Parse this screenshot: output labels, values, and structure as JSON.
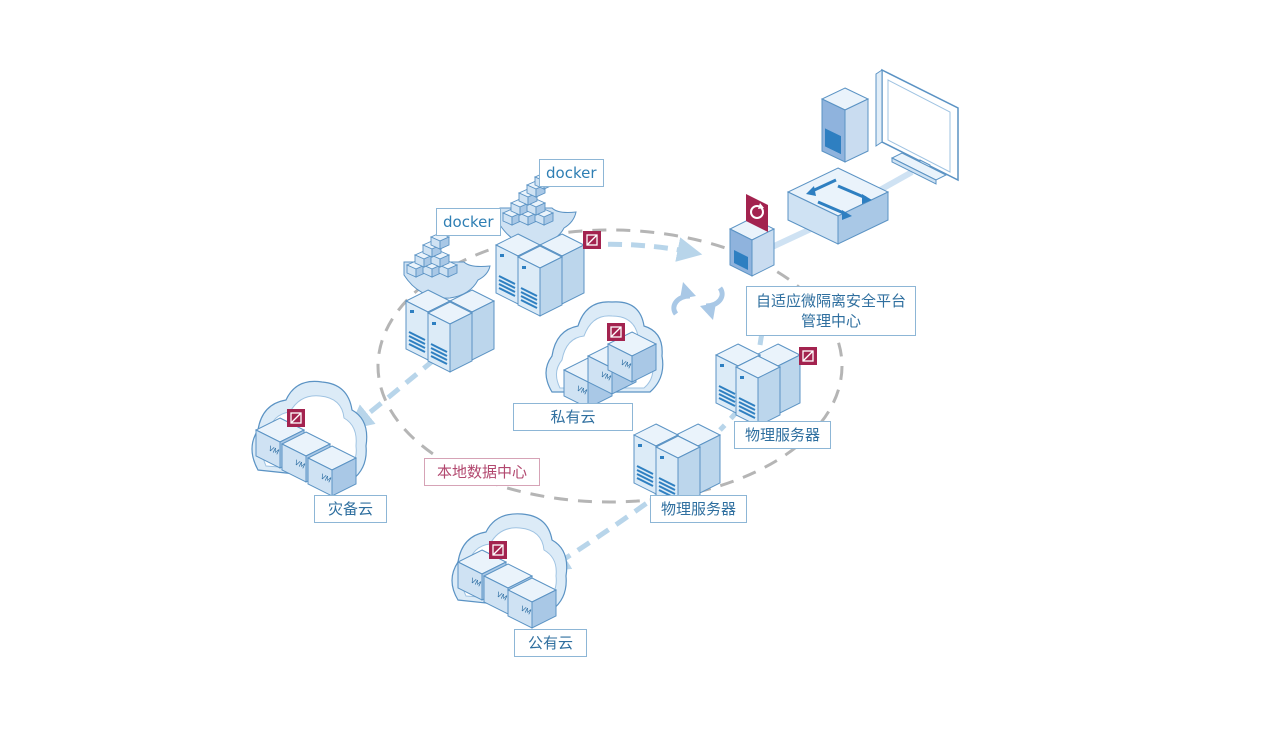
{
  "labels": {
    "docker_1": "docker",
    "docker_2": "docker",
    "platform_line1": "自适应微隔离安全平台",
    "platform_line2": "管理中心",
    "private_cloud": "私有云",
    "physical_server_1": "物理服务器",
    "physical_server_2": "物理服务器",
    "local_datacenter": "本地数据中心",
    "dr_cloud": "灾备云",
    "public_cloud": "公有云",
    "vm": "VM"
  },
  "colors": {
    "outline": "#5b93c4",
    "face_light": "#eaf3fb",
    "face_mid": "#cfe2f3",
    "face_dark": "#a9c8e6",
    "accent_blue": "#2e7fc1",
    "agent_red": "#a3234f",
    "dashed_blue": "#b8d5ea",
    "dashed_gray": "#b5b5b5"
  },
  "icons": [
    "monitor-icon",
    "tower-server-icon",
    "network-switch-icon",
    "management-server-icon",
    "refresh-badge-icon",
    "agent-badge-icon",
    "docker-whale-icon",
    "server-rack-icon",
    "cloud-icon",
    "vm-cube-icon",
    "sync-arrows-icon"
  ]
}
